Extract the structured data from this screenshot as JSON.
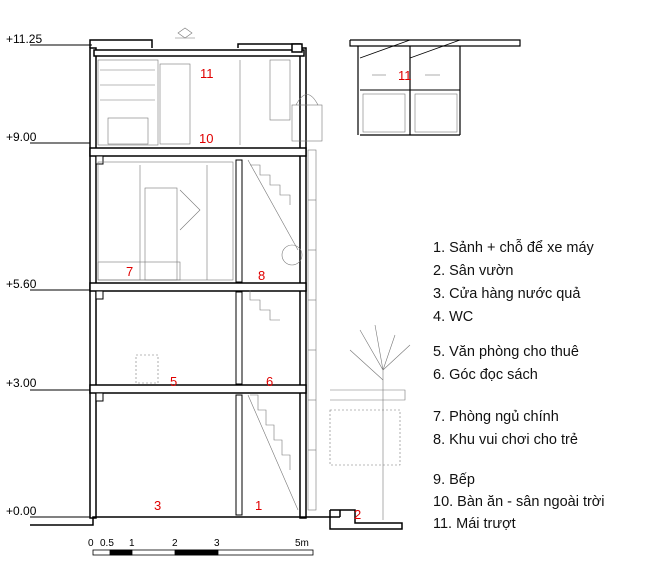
{
  "levels": [
    "+11.25",
    "+9.00",
    "+5.60",
    "+3.00",
    "+0.00"
  ],
  "room_numbers": [
    "11",
    "10",
    "7",
    "8",
    "5",
    "6",
    "3",
    "1",
    "2"
  ],
  "roof_detail_number": "11",
  "legend": [
    "1. Sảnh + chỗ để xe máy",
    "2. Sân vườn",
    "3. Cửa hàng nước quả",
    "4. WC",
    "5. Văn phòng cho thuê",
    "6. Góc đọc sách",
    "7. Phòng ngủ chính",
    "8. Khu vui chơi cho trẻ",
    "9. Bếp",
    "10. Bàn ăn - sân ngoài trời",
    "11. Mái trượt"
  ],
  "scale_bar": {
    "ticks": [
      "0",
      "0.5",
      "1",
      "2",
      "3",
      "5m"
    ]
  },
  "colors": {
    "line": "#000000",
    "label": "#e00000",
    "thin": "#888888"
  }
}
